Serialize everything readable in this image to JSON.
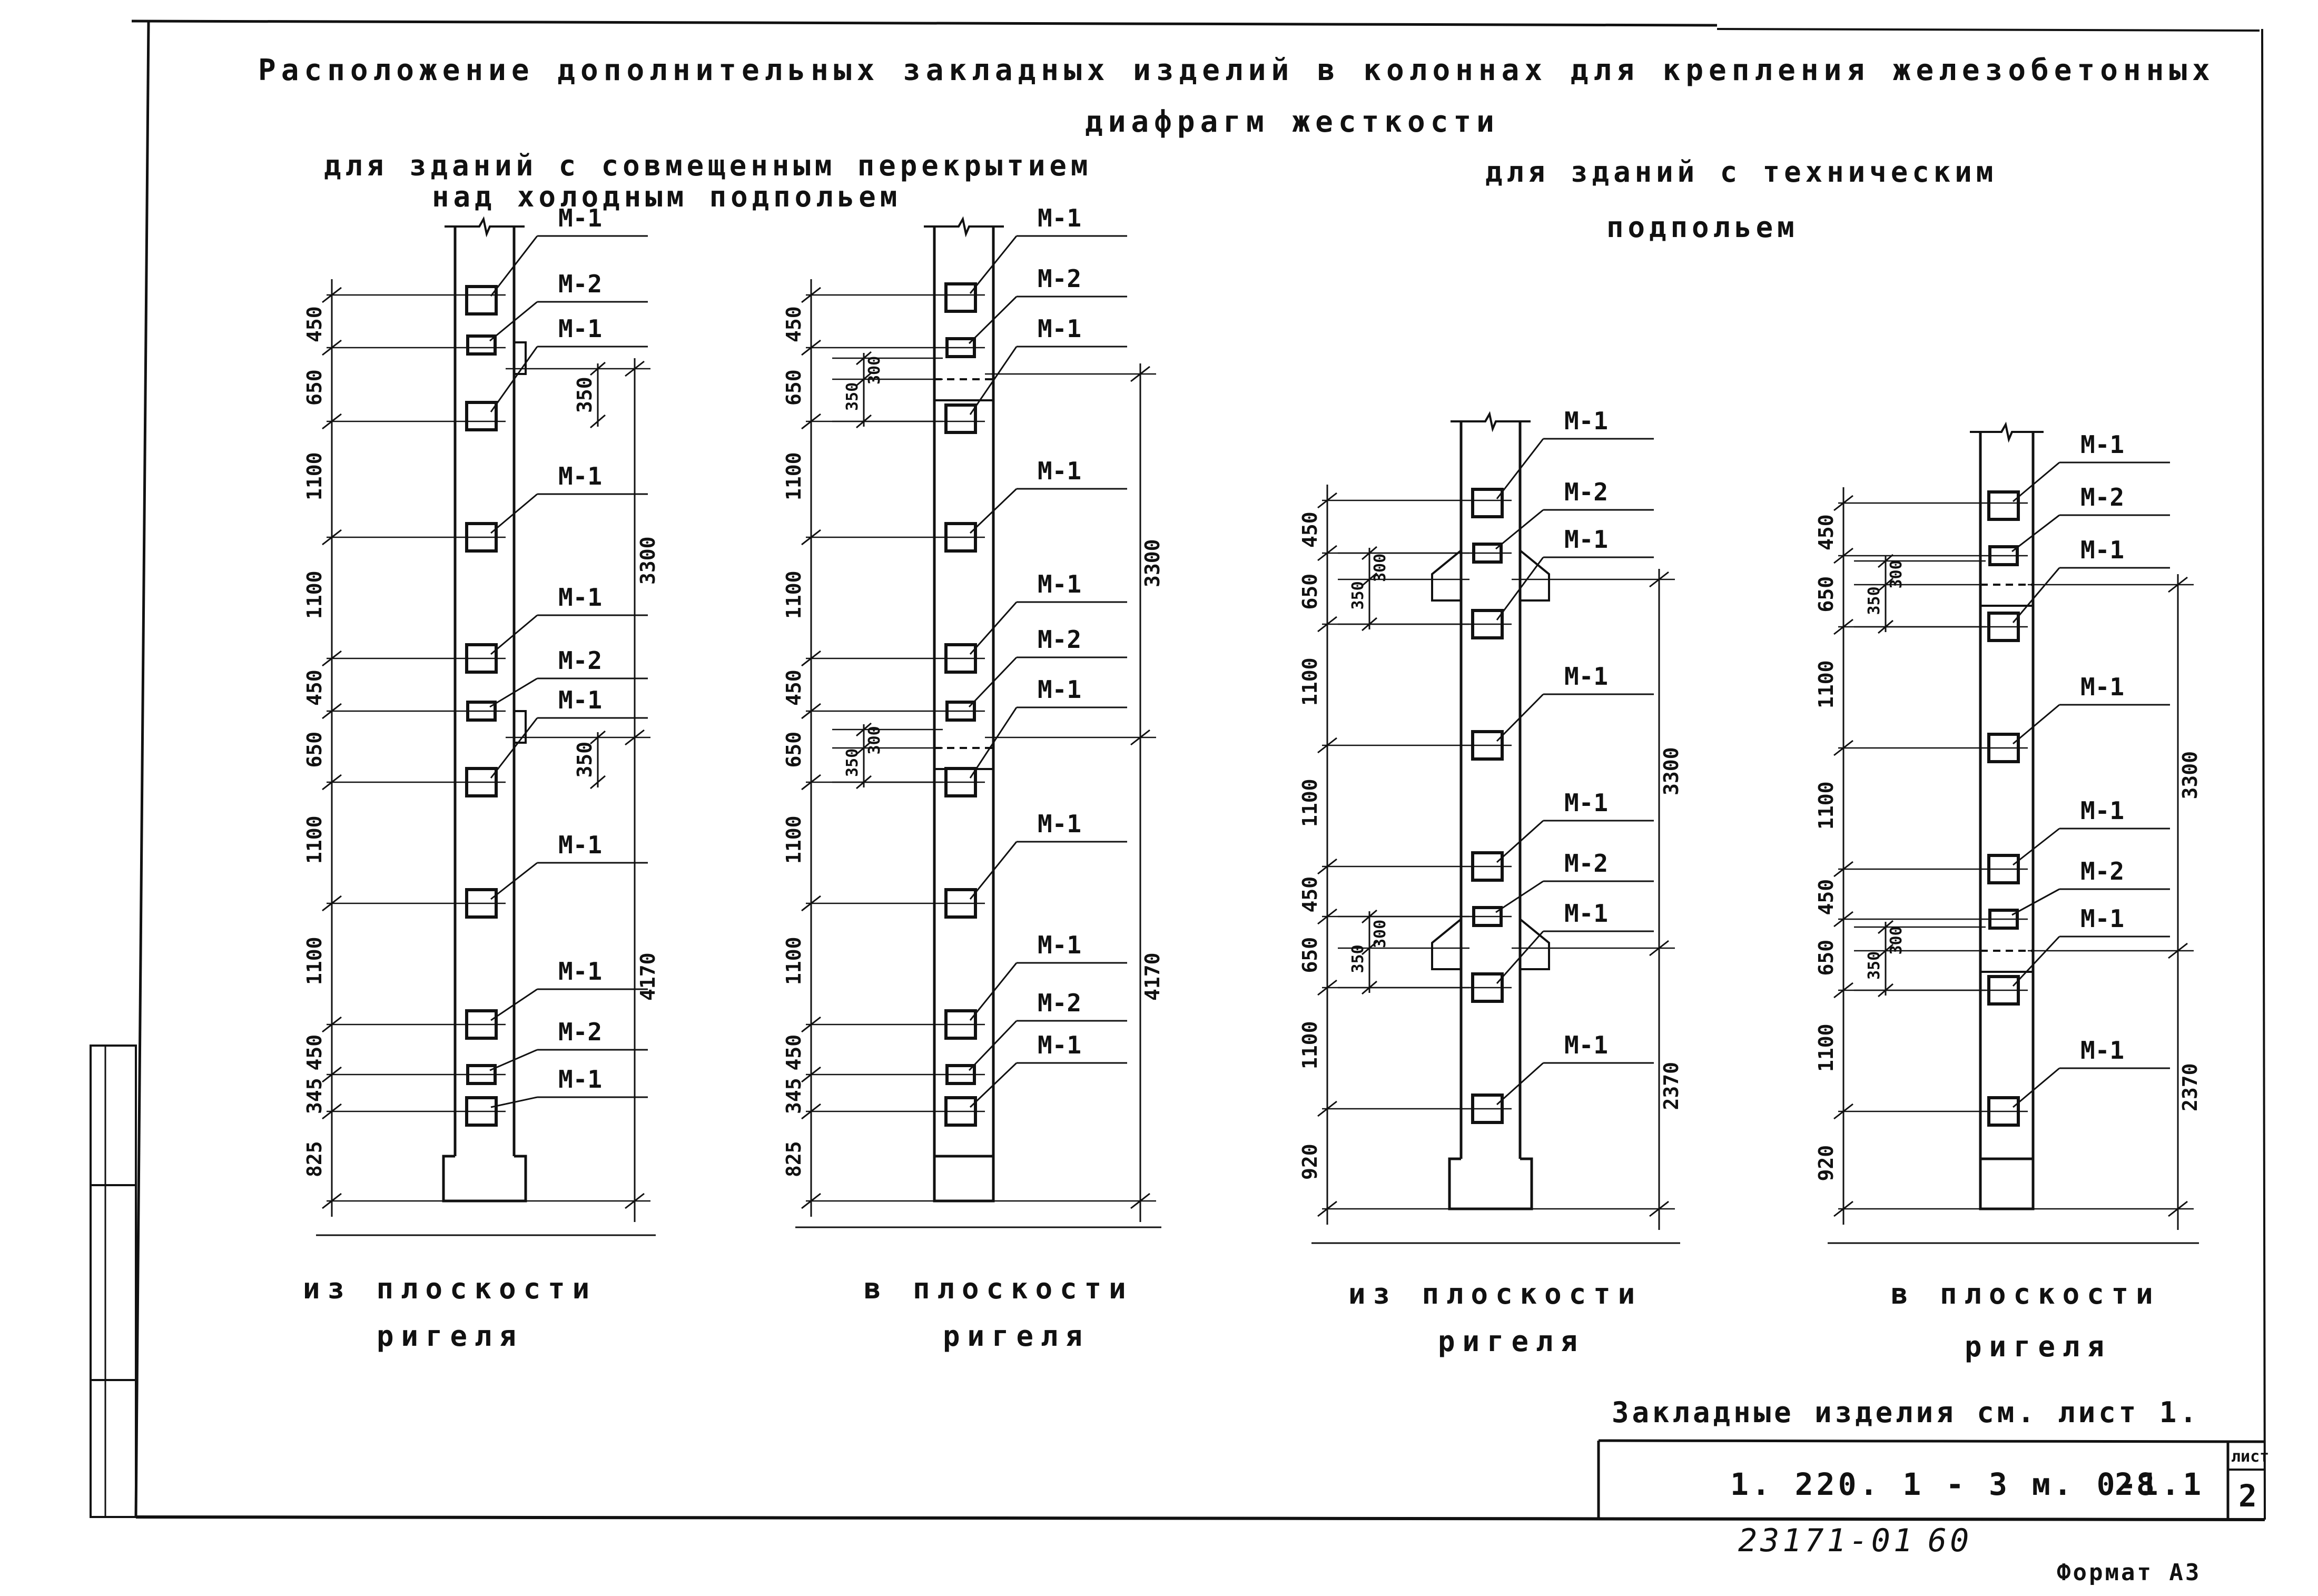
{
  "title": {
    "line1": "Расположение дополнительных закладных изделий в колоннах для крепления железобетонных",
    "line2": "диафрагм жесткости"
  },
  "groups": {
    "left": {
      "line1": "для зданий с совмещенным перекрытием",
      "line2": "над холодным подпольем"
    },
    "right": {
      "line1": "для зданий с техническим",
      "line2": "подпольем"
    }
  },
  "labels": {
    "m1": "М-1",
    "m2": "М-2"
  },
  "columns": [
    {
      "caption": [
        "из плоскости",
        "ригеля"
      ],
      "dims_left": [
        "450",
        "650",
        "1100",
        "1100",
        "450",
        "650",
        "1100",
        "1100",
        "450",
        "345",
        "825"
      ],
      "dims_right": [
        "350",
        "3300",
        "350",
        "4170"
      ]
    },
    {
      "caption": [
        "в плоскости",
        "ригеля"
      ],
      "dims_left": [
        "450",
        "650",
        "1100",
        "1100",
        "450",
        "650",
        "1100",
        "1100",
        "450",
        "345",
        "825"
      ],
      "dims_inner": [
        "300",
        "350",
        "300",
        "350"
      ],
      "dims_right": [
        "3300",
        "4170"
      ]
    },
    {
      "caption": [
        "из плоскости",
        "ригеля"
      ],
      "dims_left": [
        "450",
        "650",
        "1100",
        "1100",
        "450",
        "650",
        "1100",
        "920"
      ],
      "dims_inner": [
        "300",
        "350",
        "300",
        "350"
      ],
      "dims_right": [
        "3300",
        "2370"
      ]
    },
    {
      "caption": [
        "в плоскости",
        "ригеля"
      ],
      "dims_left": [
        "450",
        "650",
        "1100",
        "1100",
        "450",
        "650",
        "1100",
        "920"
      ],
      "dims_inner": [
        "300",
        "350",
        "300",
        "350"
      ],
      "dims_right": [
        "3300",
        "2370"
      ]
    }
  ],
  "note": "Закладные изделия см. лист 1.",
  "stamp": {
    "code": "1. 220. 1 - 3 м. 0-1.1",
    "number": "28",
    "sheet_label": "лист",
    "sheet_number": "2"
  },
  "footer": {
    "handwritten_left": "23171-01",
    "handwritten_right": "60",
    "format": "Формат А3"
  }
}
